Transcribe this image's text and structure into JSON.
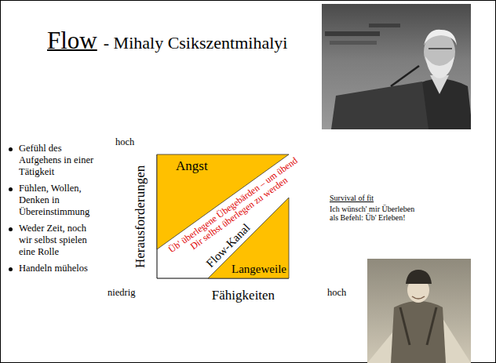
{
  "diagram": {
    "title": "Flow",
    "nodes": [
      {
        "text": [
          "Angst"
        ]
      },
      {
        "text": [
          "Langeweile"
        ]
      }
    ],
    "labels": [
      "- Mihaly Csikszentmihalyi",
      "Gefühl des Aufgehens in einer Tätigkeit",
      "Fühlen, Wollen, Denken in Übereinstimmung",
      "Weder Zeit, noch wir selbst spielen eine Rolle",
      "Handeln mühelos",
      "hoch",
      "Herausforderungen",
      "Üb' überlegene Übegebärden – um übend Dir selbst überlegen zu werden",
      "Flow-Kanal",
      "Survival of fit",
      "Ich wünsch' mir Überleben als Befehl: Üb' Erleben!",
      "niedrig",
      "Fähigkeiten",
      "hoch"
    ]
  }
}
